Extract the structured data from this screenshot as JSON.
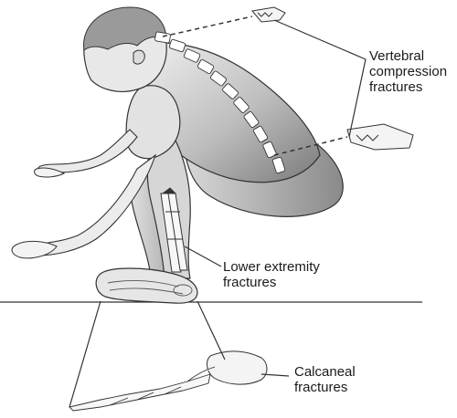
{
  "labels": {
    "vertebral": [
      "Vertebral",
      "compression",
      "fractures"
    ],
    "lower_extremity": [
      "Lower extremity",
      "fractures"
    ],
    "calcaneal": [
      "Calcaneal",
      "fractures"
    ]
  }
}
